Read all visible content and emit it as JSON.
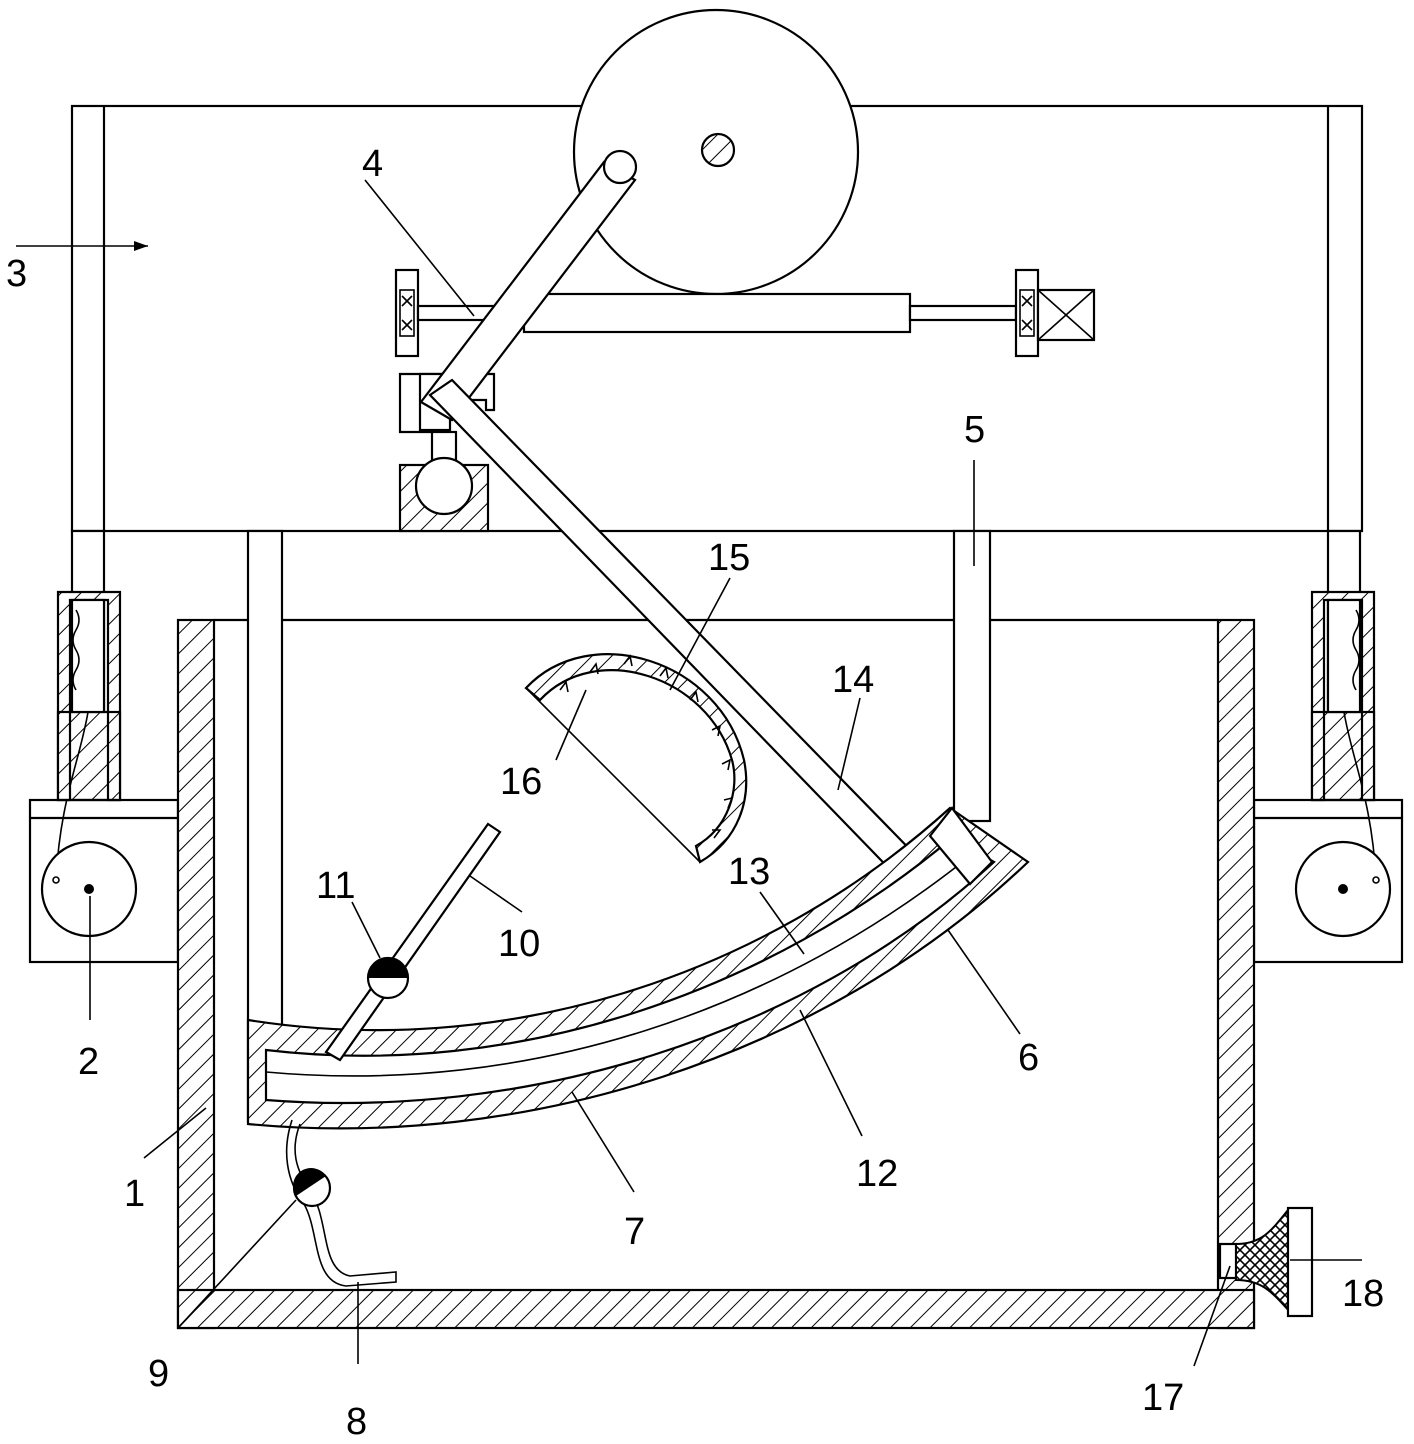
{
  "figure": {
    "labels": [
      "1",
      "2",
      "3",
      "4",
      "5",
      "6",
      "7",
      "8",
      "9",
      "10",
      "11",
      "12",
      "13",
      "14",
      "15",
      "16",
      "17",
      "18"
    ]
  }
}
